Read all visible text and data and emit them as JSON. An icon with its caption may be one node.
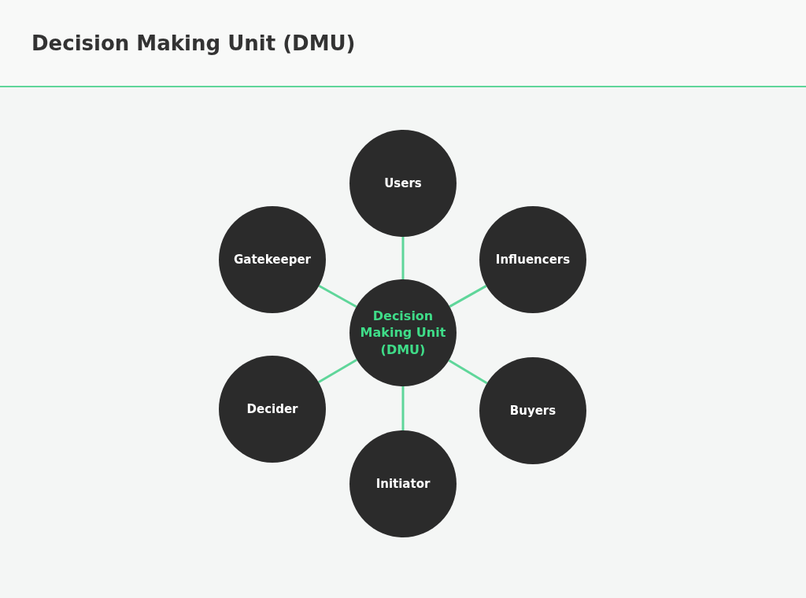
{
  "diagram": {
    "title": "Decision Making Unit (DMU)",
    "nodes": [
      {
        "text": [
          "Users"
        ]
      },
      {
        "text": [
          "Gatekeeper"
        ]
      },
      {
        "text": [
          "Influencers"
        ]
      },
      {
        "text": [
          "Decision Making Unit (DMU)"
        ]
      },
      {
        "text": [
          "Decider"
        ]
      },
      {
        "text": [
          "Buyers"
        ]
      },
      {
        "text": [
          "Initiator"
        ]
      }
    ],
    "edges": [
      {
        "from": 3,
        "to": 0,
        "arrow": "none"
      },
      {
        "from": 3,
        "to": 1,
        "arrow": "none"
      },
      {
        "from": 3,
        "to": 2,
        "arrow": "none"
      },
      {
        "from": 3,
        "to": 4,
        "arrow": "none"
      },
      {
        "from": 3,
        "to": 5,
        "arrow": "none"
      },
      {
        "from": 3,
        "to": 6,
        "arrow": "none"
      }
    ]
  }
}
